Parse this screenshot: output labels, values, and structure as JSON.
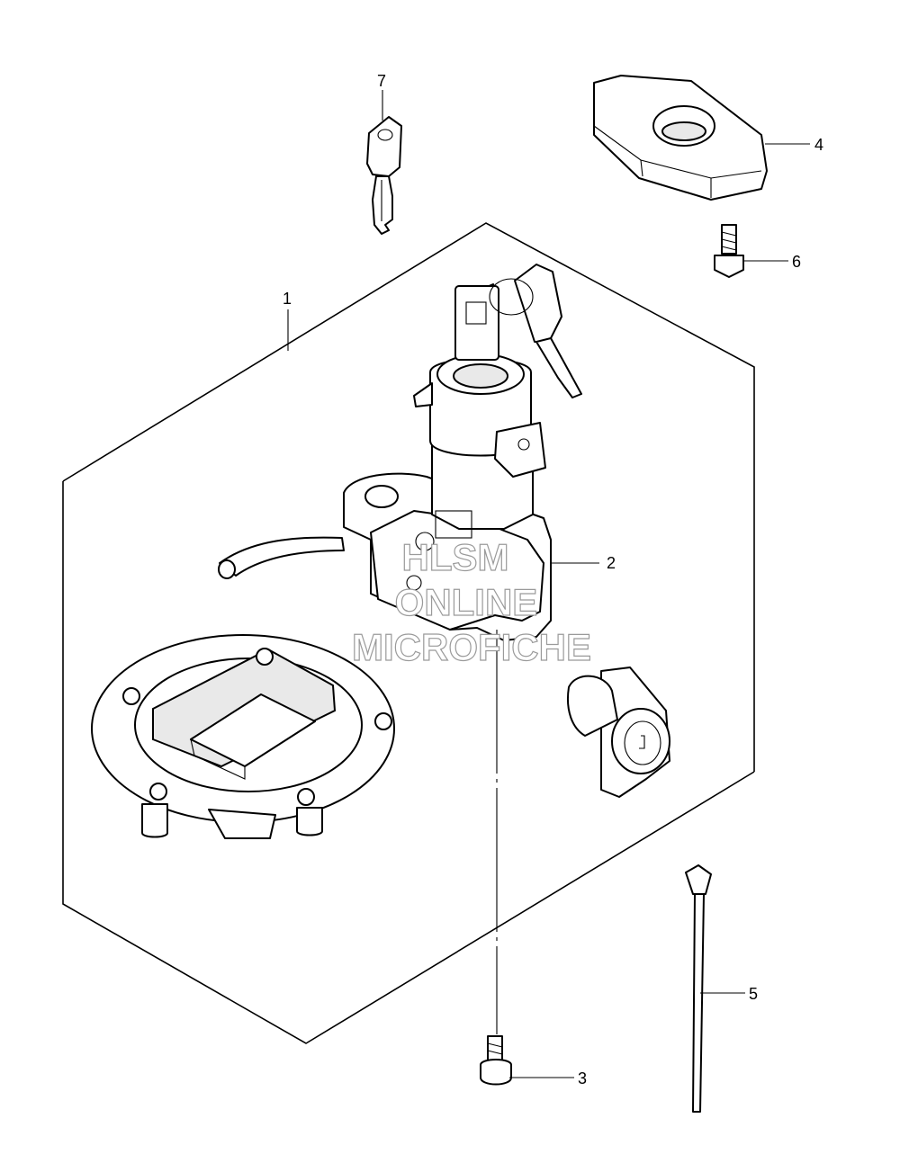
{
  "callouts": [
    {
      "number": "1",
      "part": "lock set"
    },
    {
      "number": "2",
      "part": "ignition switch"
    },
    {
      "number": "3",
      "part": "screw"
    },
    {
      "number": "4",
      "part": "cover"
    },
    {
      "number": "5",
      "part": "cable tie"
    },
    {
      "number": "6",
      "part": "bolt"
    },
    {
      "number": "7",
      "part": "key"
    }
  ],
  "watermark": {
    "line1": "HLSM",
    "line2": "ONLINE",
    "line3": "MICROFICHE"
  }
}
